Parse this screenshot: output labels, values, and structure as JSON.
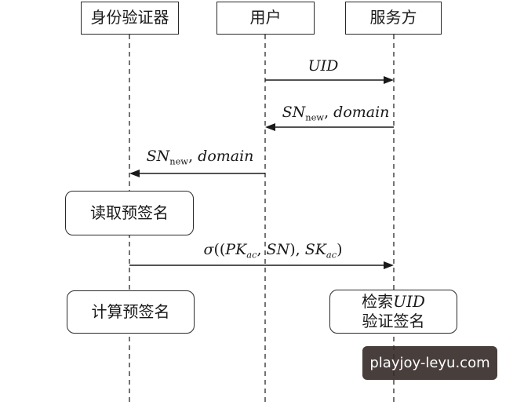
{
  "participants": [
    {
      "label": "身份验证器"
    },
    {
      "label": "用户"
    },
    {
      "label": "服务方"
    }
  ],
  "messages": [
    {
      "from": 1,
      "to": 2,
      "label": [
        "UID"
      ]
    },
    {
      "from": 2,
      "to": 1,
      "label": [
        "SN",
        "new",
        ", ",
        "domain"
      ]
    },
    {
      "from": 1,
      "to": 0,
      "label": [
        "SN",
        "new",
        ", ",
        "domain"
      ]
    },
    {
      "from": 0,
      "to": 2,
      "label": [
        "σ",
        "((",
        "PK",
        "ac",
        ", ",
        "SN",
        "), ",
        "SK",
        "ac",
        ")"
      ]
    }
  ],
  "notes": [
    {
      "lines": [
        [
          "读取预签名"
        ]
      ]
    },
    {
      "lines": [
        [
          "计算预签名"
        ]
      ]
    },
    {
      "lines": [
        [
          "检索",
          "UID"
        ],
        [
          "验证签名"
        ]
      ]
    }
  ],
  "watermark": "playjoy-leyu.com"
}
